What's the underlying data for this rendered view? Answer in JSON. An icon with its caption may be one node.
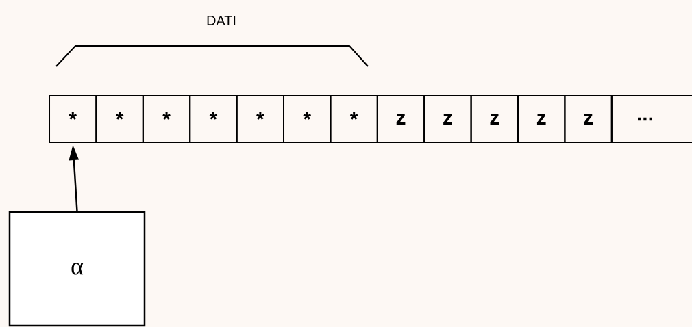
{
  "diagram": {
    "nodes": [
      {
        "text": [
          "*"
        ]
      },
      {
        "text": [
          "*"
        ]
      },
      {
        "text": [
          "*"
        ]
      },
      {
        "text": [
          "*"
        ]
      },
      {
        "text": [
          "*"
        ]
      },
      {
        "text": [
          "*"
        ]
      },
      {
        "text": [
          "*"
        ]
      },
      {
        "text": [
          "z"
        ]
      },
      {
        "text": [
          "z"
        ]
      },
      {
        "text": [
          "z"
        ]
      },
      {
        "text": [
          "z"
        ]
      },
      {
        "text": [
          "z"
        ]
      },
      {
        "text": [
          "..."
        ]
      },
      {
        "text": [
          "α"
        ]
      }
    ],
    "edges": [
      {
        "from": 13,
        "to": 0,
        "arrow": "to"
      }
    ],
    "labels": [
      "DATI"
    ]
  }
}
